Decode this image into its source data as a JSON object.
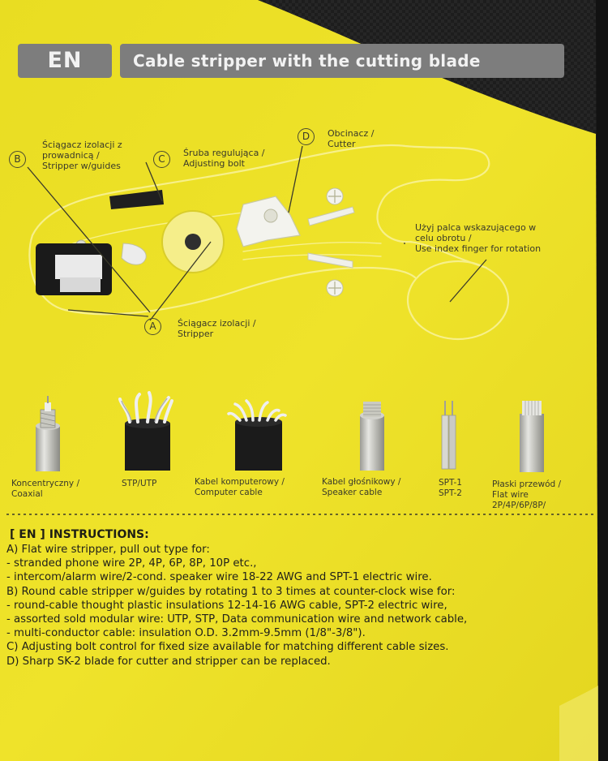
{
  "header": {
    "lang_code": "EN",
    "title": "Cable stripper with the cutting blade"
  },
  "diagram": {
    "label_b": {
      "letter": "B",
      "line1": "Ściągacz izolacji z",
      "line2": "prowadnicą /",
      "line3": "Stripper w/guides"
    },
    "label_c": {
      "letter": "C",
      "line1": "Śruba regulująca /",
      "line2": "Adjusting bolt"
    },
    "label_d": {
      "letter": "D",
      "line1": "Obcinacz /",
      "line2": "Cutter"
    },
    "label_a": {
      "letter": "A",
      "line1": "Ściągacz izolacji /",
      "line2": "Stripper"
    },
    "finger_note": {
      "line1": "Użyj palca wskazującego w",
      "line2": "celu obrotu /",
      "line3": "Use index finger for rotation"
    }
  },
  "cables": [
    {
      "line1": "Koncentryczny /",
      "line2": "Coaxial"
    },
    {
      "line1": "STP/UTP",
      "line2": ""
    },
    {
      "line1": "Kabel komputerowy /",
      "line2": "Computer cable"
    },
    {
      "line1": "Kabel głośnikowy /",
      "line2": "Speaker cable"
    },
    {
      "line1": "SPT-1",
      "line2": "SPT-2"
    },
    {
      "line1": "Płaski przewód /",
      "line2": "Flat wire",
      "line3": "2P/4P/6P/8P/"
    }
  ],
  "instructions": {
    "title": "[ EN ] INSTRUCTIONS:",
    "lines": [
      "A) Flat wire stripper, pull out type for:",
      "- stranded phone wire 2P, 4P, 6P, 8P, 10P etc.,",
      "- intercom/alarm wire/2-cond. speaker wire 18-22 AWG and SPT-1 electric wire.",
      "B) Round cable stripper w/guides by rotating 1 to 3 times at counter-clock wise for:",
      "- round-cable thought plastic insulations 12-14-16 AWG cable, SPT-2 electric wire,",
      "- assorted sold modular wire: UTP, STP, Data communication wire and network cable,",
      "- multi-conductor cable: insulation O.D. 3.2mm-9.5mm (1/8\"-3/8\").",
      "C) Adjusting bolt control for fixed size available for matching different cable sizes.",
      "D) Sharp SK-2 blade for cutter and stripper can be replaced."
    ]
  },
  "colors": {
    "card_yellow": "#ece025",
    "dark_background": "#1b1b1b",
    "header_gray": "#7d7d7d"
  }
}
